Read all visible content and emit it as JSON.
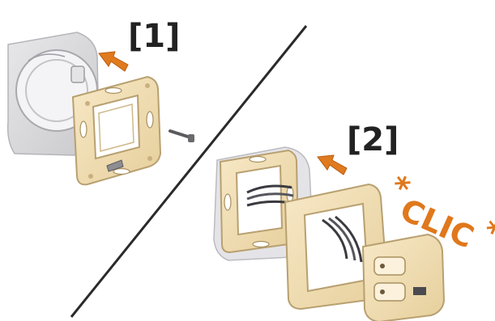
{
  "steps": [
    {
      "label": "[1]"
    },
    {
      "label": "[2]"
    }
  ],
  "clic": {
    "star_left": "*",
    "word": "CLIC",
    "star_right": "*"
  },
  "colors": {
    "arrow_orange": "#e07a1f",
    "clic_orange": "#e0781c",
    "frame_cream": "#f2deb2",
    "frame_edge": "#b8a070",
    "box_gray": "#d9d9dc",
    "divider": "#2a2a2a"
  },
  "icons": [
    "screw-icon",
    "arrow-icon"
  ]
}
